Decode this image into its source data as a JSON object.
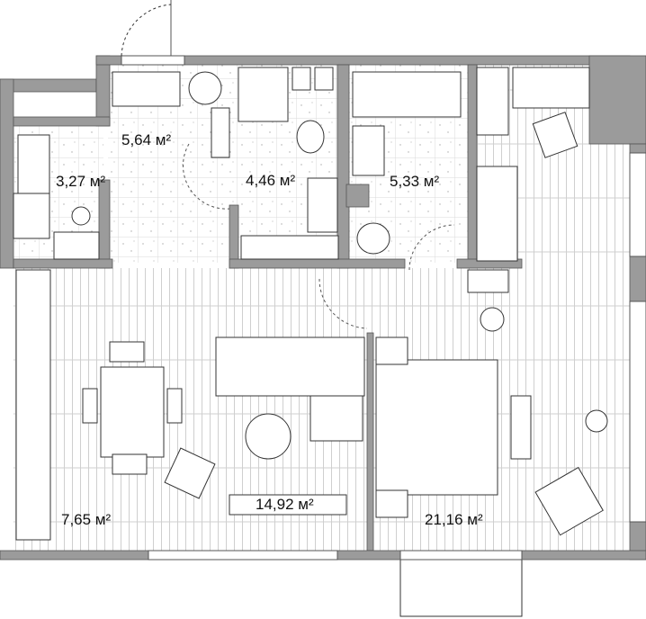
{
  "colors": {
    "wall": "#9b9b9b",
    "line": "#333333",
    "tile": "#d9d9d9",
    "plank": "#cfcfcf"
  },
  "rooms": [
    {
      "id": "hall",
      "area": "5,64 м²"
    },
    {
      "id": "wardrobe",
      "area": "3,27 м²"
    },
    {
      "id": "bathroom-shower",
      "area": "4,46 м²"
    },
    {
      "id": "bathroom-tub",
      "area": "5,33 м²"
    },
    {
      "id": "living-room",
      "area": "14,92 м²"
    },
    {
      "id": "kitchen",
      "area": "7,65 м²"
    },
    {
      "id": "bedroom",
      "area": "21,16 м²"
    }
  ]
}
